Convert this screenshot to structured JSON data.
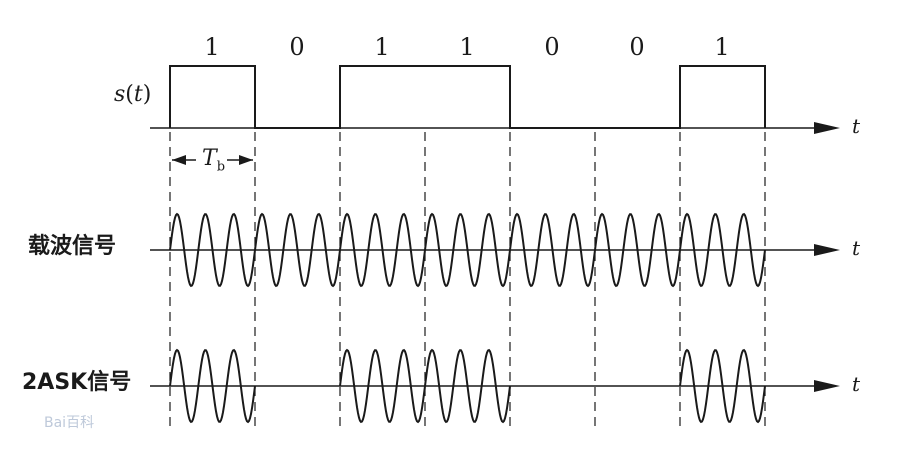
{
  "bits": [
    "1",
    "0",
    "1",
    "1",
    "0",
    "0",
    "1"
  ],
  "signal_label": "s(t)",
  "signal_label_parts": {
    "s": "s",
    "open": "(",
    "t": "t",
    "close": ")"
  },
  "period_label": "T",
  "period_subscript": "b",
  "carrier_label": "载波信号",
  "ask_label": "2ASK信号",
  "axis_time_label": "t",
  "carrier_cycles_per_bit": 3,
  "watermark": "Bai百科",
  "colors": {
    "ink": "#1a1a1a",
    "background": "#ffffff"
  }
}
